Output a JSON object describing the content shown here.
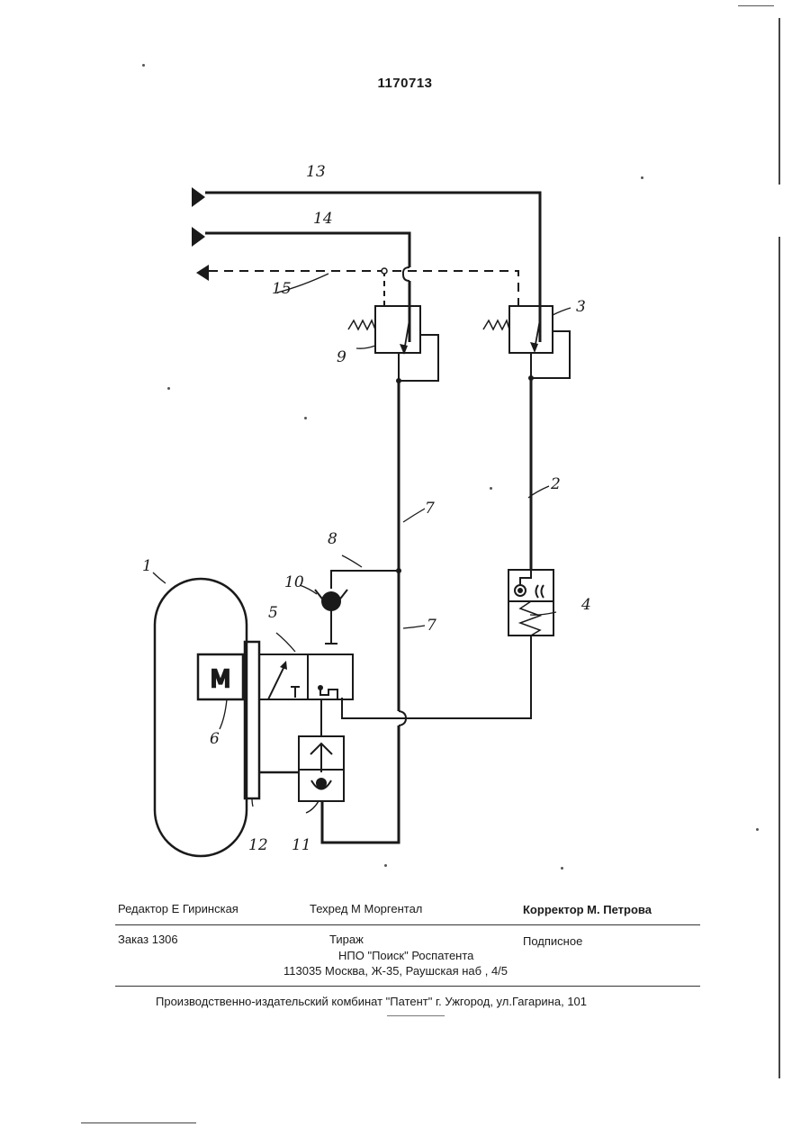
{
  "document": {
    "patent_number": "1170713"
  },
  "figure": {
    "labels": {
      "l1": "1",
      "l2": "2",
      "l3": "3",
      "l4": "4",
      "l5": "5",
      "l6": "6",
      "l7a": "7",
      "l7b": "7",
      "l8": "8",
      "l9": "9",
      "l10": "10",
      "l11": "11",
      "l12": "12",
      "l13": "13",
      "l14": "14",
      "l15": "15"
    },
    "motor_symbol": "M"
  },
  "imprint": {
    "editor": "Редактор  Е Гиринская",
    "techred": "Техред М Моргентал",
    "corrector": "Корректор  М. Петрова",
    "order": "Заказ  1306",
    "circulation": "Тираж",
    "subscription": "Подписное",
    "org": "НПО \"Поиск\" Роспатента",
    "address": "113035  Москва, Ж-35, Раушская наб , 4/5",
    "publisher": "Производственно-издательский комбинат \"Патент\"  г. Ужгород, ул.Гагарина, 101"
  }
}
